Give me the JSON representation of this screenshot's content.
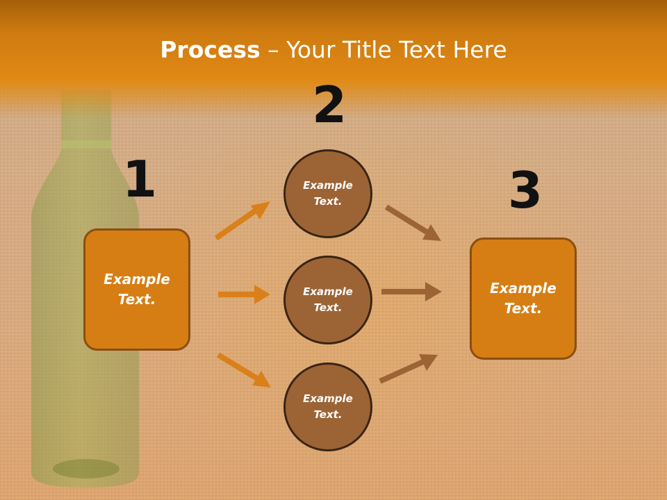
{
  "title": {
    "bold": "Process",
    "rest": " – Your Title Text Here"
  },
  "steps": [
    {
      "number": "1",
      "text": [
        "Example",
        "Text."
      ]
    },
    {
      "number": "2",
      "circles": [
        {
          "text": [
            "Example",
            "Text."
          ]
        },
        {
          "text": [
            "Example",
            "Text."
          ]
        },
        {
          "text": [
            "Example",
            "Text."
          ]
        }
      ]
    },
    {
      "number": "3",
      "text": [
        "Example",
        "Text."
      ]
    }
  ],
  "colors": {
    "header": "#e08a15",
    "box_fill": "#d67e14",
    "circle_fill": "#9c6435",
    "arrow_orange": "#d9801a",
    "arrow_brown": "#9c6435",
    "number": "#111111"
  }
}
